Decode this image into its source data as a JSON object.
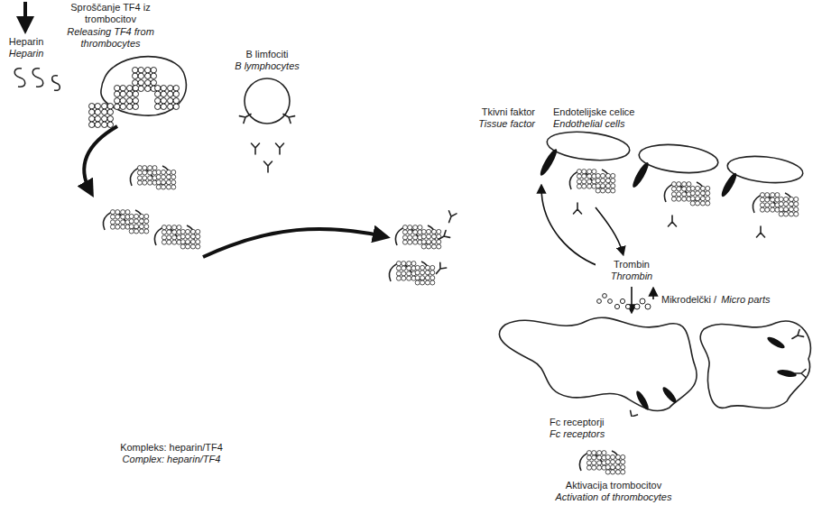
{
  "diagram": {
    "labels": [
      "Heparin",
      "Heparin",
      "Sproščanje TF4 iz trombocitov",
      "Releasing TF4 from thrombocytes",
      "B limfociti",
      "B lymphocytes",
      "Kompleks: heparin/TF4",
      "Complex: heparin/TF4",
      "Tkivni faktor",
      "Tissue factor",
      "Endotelijske celice",
      "Endothelial cells",
      "Trombin",
      "Thrombin",
      "Mikrodelčki /",
      "Micro parts",
      "Fc receptorji",
      "Fc receptors",
      "Aktivacija trombocitov",
      "Activation of thrombocytes"
    ]
  }
}
